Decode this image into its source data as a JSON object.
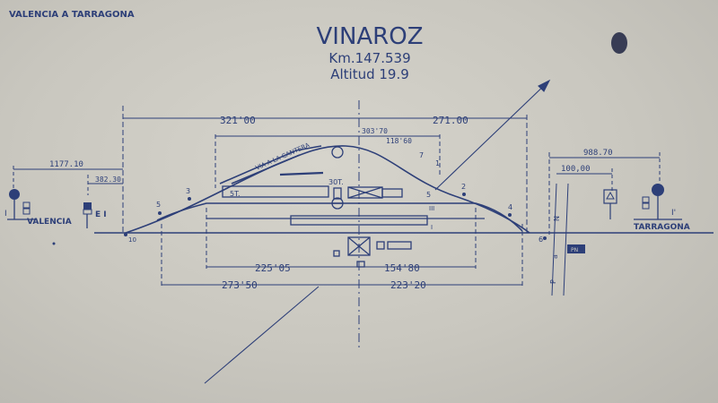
{
  "header": {
    "route": "VALENCIA A TARRAGONA",
    "station_name": "VINAROZ",
    "km": "Km.147.539",
    "altitud": "Altitud 19.9"
  },
  "directions": {
    "left": "VALENCIA",
    "right": "TARRAGONA"
  },
  "dimensions": {
    "d321": "321'00",
    "d271": "271.00",
    "d303": "303'70",
    "d118": "118'60",
    "d1177": "1177.10",
    "d382": "382.30",
    "d988": "988.70",
    "d100": "100,00",
    "d225": "225'05",
    "d154": "154'80",
    "d273": "273'50",
    "d223": "223'20"
  },
  "labels": {
    "cantera": "VIA A LA CANTERA",
    "n10": "10",
    "n3": "3",
    "n5": "5",
    "n2": "2",
    "n1": "1",
    "n4": "4",
    "n6": "6",
    "n7": "7",
    "n5t": "5T.",
    "n30t": "30T.",
    "iii": "III",
    "i_track": "I",
    "ei": "E I",
    "sig_left": "I",
    "sig_right": "I'",
    "pn_p": "P",
    "pn_a": "a",
    "pn_n": "N",
    "pn_box": "PN"
  },
  "colors": {
    "ink": "#2d3f78",
    "paper": "#cbc9c2",
    "stain": "#1f2442"
  }
}
